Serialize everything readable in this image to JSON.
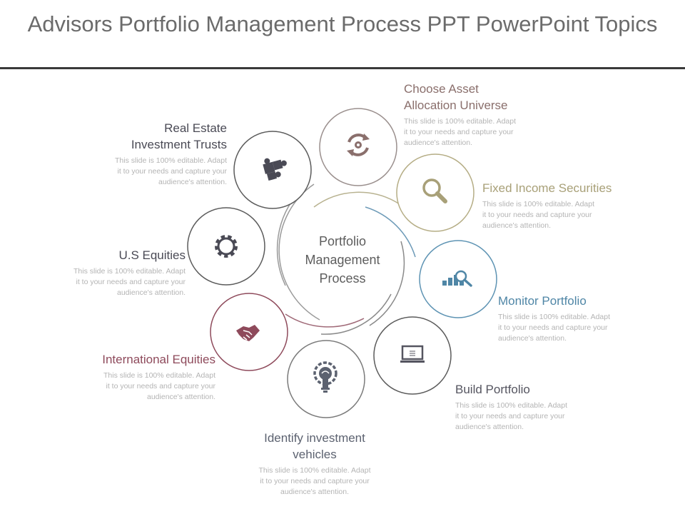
{
  "title": "Advisors Portfolio Management Process PPT PowerPoint Topics",
  "center_label": [
    "Portfolio",
    "Management",
    "Process"
  ],
  "description": [
    "This slide is 100% editable. Adapt",
    "it to your needs and capture your",
    "audience's attention."
  ],
  "items": [
    {
      "title": [
        "Choose Asset",
        "Allocation Universe"
      ],
      "icon": "refresh-gear-icon",
      "color": "#8a6f6c"
    },
    {
      "title": [
        "Fixed Income Securities"
      ],
      "icon": "magnifier-icon",
      "color": "#a8a078"
    },
    {
      "title": [
        "Monitor Portfolio"
      ],
      "icon": "bar-chart-search-icon",
      "color": "#4f86a6"
    },
    {
      "title": [
        "Build Portfolio"
      ],
      "icon": "laptop-icon",
      "color": "#555560"
    },
    {
      "title": [
        "Identify investment",
        "vehicles"
      ],
      "icon": "lightbulb-gear-icon",
      "color": "#5c6270"
    },
    {
      "title": [
        "International Equities"
      ],
      "icon": "handshake-icon",
      "color": "#8e4a5b"
    },
    {
      "title": [
        "U.S Equities"
      ],
      "icon": "gear-icon",
      "color": "#4a4a55"
    },
    {
      "title": [
        "Real Estate",
        "Investment Trusts"
      ],
      "icon": "puzzle-icon",
      "color": "#4a4a55"
    }
  ]
}
